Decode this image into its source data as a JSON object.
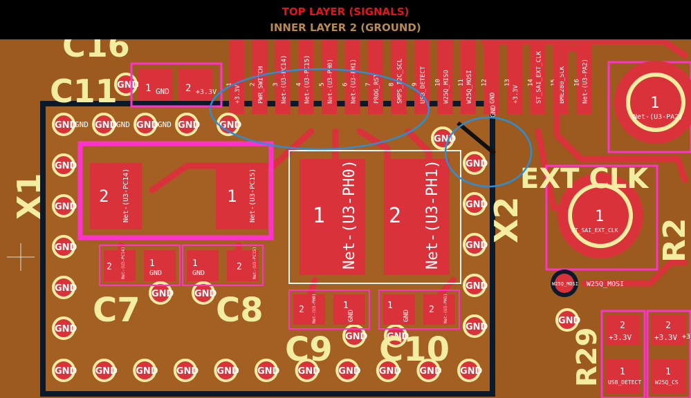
{
  "header": {
    "top_layer_label": "TOP LAYER (SIGNALS)",
    "inner_layer_label": "INNER LAYER 2 (GROUND)",
    "top_color": "#e5141c",
    "inner_color": "#b78a52"
  },
  "colors": {
    "copper_pour": "#9c5a1e",
    "signal_trace": "#d9323a",
    "silkscreen": "#f2eda0",
    "courtyard": "#ff33cc",
    "annotation": "#2a8fd8"
  },
  "designators": {
    "c16": "C16",
    "c11": "C11",
    "x1": "X1",
    "x2": "X2",
    "c7": "C7",
    "c8": "C8",
    "c9": "C9",
    "c10": "C10",
    "ext_clk": "EXT CLK",
    "r2": "R2",
    "r29": "R29"
  },
  "connector_pins": [
    {
      "num": "1",
      "net": "+3.3V"
    },
    {
      "num": "2",
      "net": "PWR_SWITCH"
    },
    {
      "num": "3",
      "net": "Net-(U3-PC14)"
    },
    {
      "num": "4",
      "net": "Net-(U3-PC15)"
    },
    {
      "num": "5",
      "net": "Net-(U3-PH0)"
    },
    {
      "num": "6",
      "net": "Net-(U3-PH1)"
    },
    {
      "num": "7",
      "net": "PROG_RST"
    },
    {
      "num": "8",
      "net": "SMPS_I2C_SCL"
    },
    {
      "num": "9",
      "net": "USB_DETECT"
    },
    {
      "num": "10",
      "net": "W25Q_MISO"
    },
    {
      "num": "11",
      "net": "W25Q_MOSI"
    },
    {
      "num": "12",
      "net": "GND"
    },
    {
      "num": "13",
      "net": "+3.3V"
    },
    {
      "num": "14",
      "net": "ST_SAI_EXT_CLK"
    },
    {
      "num": "15",
      "net": "BME280_SCK"
    },
    {
      "num": "16",
      "net": "Net-(U3-PA2)"
    }
  ],
  "upper_gnd_column": "GND",
  "c11_pads": {
    "pad1_num": "1",
    "pad1_net": "GND",
    "pad2_num": "2",
    "pad2_net": "+3.3V"
  },
  "x1_pads": {
    "pad2_num": "2",
    "pad2_net": "Net-(U3-PC14)",
    "pad1_num": "1",
    "pad1_net": "Net-(U3-PC15)"
  },
  "x2_pads": {
    "pad1_num": "1",
    "pad1_net": "Net-(U3-PH0)",
    "pad2_num": "2",
    "pad2_net": "Net-(U3-PH1)"
  },
  "c7_pads": {
    "pad2_num": "2",
    "pad2_net": "Net-(U3-PC14)",
    "pad1_num": "1",
    "pad1_net": "GND"
  },
  "c8_pads": {
    "pad1_num": "1",
    "pad1_net": "GND",
    "pad2_num": "2",
    "pad2_net": "Net-(U3-PC15)"
  },
  "c9_pads": {
    "pad2_num": "2",
    "pad2_net": "Net-(U3-PH0)",
    "pad1_num": "1",
    "pad1_net": "GND"
  },
  "c10_pads": {
    "pad1_num": "1",
    "pad1_net": "GND",
    "pad2_num": "2",
    "pad2_net": "Net-(U3-PH1)"
  },
  "tp_pa2": {
    "num": "1",
    "net": "Net-(U3-PA2)"
  },
  "tp_ext_clk": {
    "num": "1",
    "net": "ST_SAI_EXT_CLK"
  },
  "via_w25q_mosi": {
    "pad_net": "W25Q_MOSI",
    "trace_label": "W25Q_MOSI"
  },
  "right_parts": [
    {
      "top_num": "2",
      "top_net": "+3.3V",
      "bot_num": "1",
      "bot_net": "USB_DETECT"
    },
    {
      "top_num": "2",
      "top_net": "+3.3V",
      "bot_num": "1",
      "bot_net": "W25Q_CS"
    }
  ],
  "right_edge_label": "+3",
  "gnd_via_label": "GND",
  "inline_gnd_label": "GND"
}
